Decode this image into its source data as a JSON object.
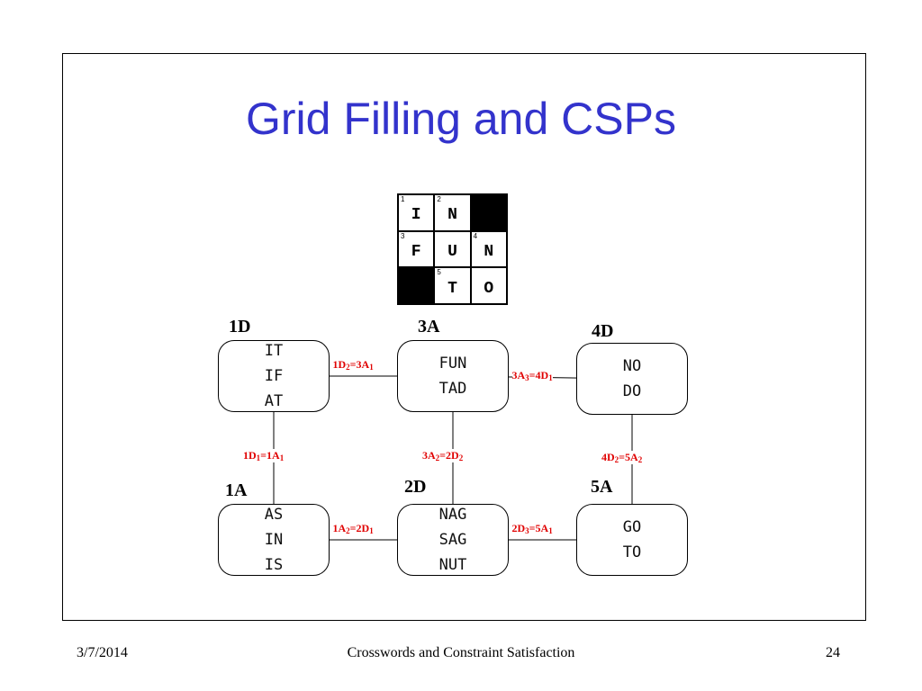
{
  "slide": {
    "title": "Grid Filling and CSPs",
    "footer": {
      "date": "3/7/2014",
      "center": "Crosswords and Constraint Satisfaction",
      "page": "24"
    }
  },
  "crossword": {
    "cells": [
      {
        "num": "1",
        "letter": "I",
        "black": false
      },
      {
        "num": "2",
        "letter": "N",
        "black": false
      },
      {
        "num": "",
        "letter": "",
        "black": true
      },
      {
        "num": "3",
        "letter": "F",
        "black": false
      },
      {
        "num": "",
        "letter": "U",
        "black": false
      },
      {
        "num": "4",
        "letter": "N",
        "black": false
      },
      {
        "num": "",
        "letter": "",
        "black": true
      },
      {
        "num": "5",
        "letter": "T",
        "black": false
      },
      {
        "num": "",
        "letter": "O",
        "black": false
      }
    ]
  },
  "graph": {
    "nodes": [
      {
        "id": "1D",
        "label": "1D",
        "words": [
          "IT",
          "IF",
          "AT"
        ]
      },
      {
        "id": "3A",
        "label": "3A",
        "words": [
          "FUN",
          "TAD"
        ]
      },
      {
        "id": "4D",
        "label": "4D",
        "words": [
          "NO",
          "DO"
        ]
      },
      {
        "id": "1A",
        "label": "1A",
        "words": [
          "AS",
          "IN",
          "IS"
        ]
      },
      {
        "id": "2D",
        "label": "2D",
        "words": [
          "NAG",
          "SAG",
          "NUT"
        ]
      },
      {
        "id": "5A",
        "label": "5A",
        "words": [
          "GO",
          "TO"
        ]
      }
    ],
    "edges": [
      {
        "from": "1D",
        "to": "3A",
        "left": "1D",
        "li": "2",
        "right": "3A",
        "ri": "1"
      },
      {
        "from": "3A",
        "to": "4D",
        "left": "3A",
        "li": "3",
        "right": "4D",
        "ri": "1"
      },
      {
        "from": "1D",
        "to": "1A",
        "left": "1D",
        "li": "1",
        "right": "1A",
        "ri": "1"
      },
      {
        "from": "3A",
        "to": "2D",
        "left": "3A",
        "li": "2",
        "right": "2D",
        "ri": "2"
      },
      {
        "from": "4D",
        "to": "5A",
        "left": "4D",
        "li": "2",
        "right": "5A",
        "ri": "2"
      },
      {
        "from": "1A",
        "to": "2D",
        "left": "1A",
        "li": "2",
        "right": "2D",
        "ri": "1"
      },
      {
        "from": "2D",
        "to": "5A",
        "left": "2D",
        "li": "3",
        "right": "5A",
        "ri": "1"
      }
    ],
    "edge_color": "#e00000"
  }
}
